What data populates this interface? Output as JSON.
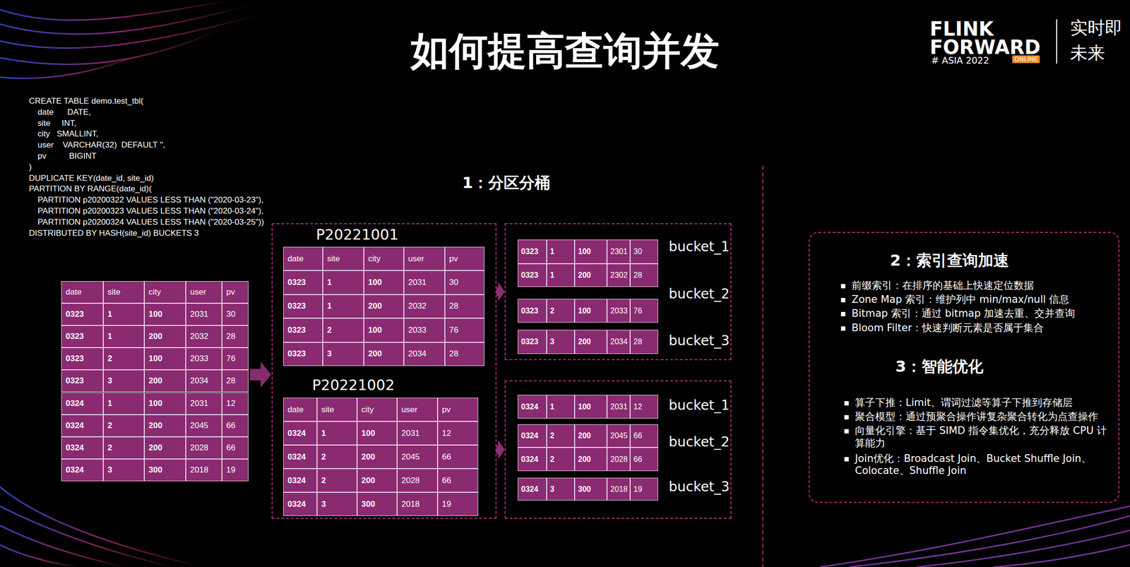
{
  "diagram": {
    "title": "如何提高查询并发",
    "nodes": [
      {
        "text": [
          "P20221001",
          "P20221002"
        ]
      },
      {
        "text": [
          "bucket_1",
          "bucket_2",
          "bucket_3"
        ]
      },
      {
        "text": [
          "bucket_1",
          "bucket_2",
          "bucket_3"
        ]
      },
      {
        "text": [
          "2：索引查询加速",
          "前缀索引：在排序的基础上快速定位数据",
          "Zone Map 索引：维护列中 min/max/null 信息",
          "Bitmap 索引：通过 bitmap 加速去重、交并查询",
          "Bloom Filter：快速判断元素是否属于集合",
          "3：智能优化",
          "算子下推：Limit、谓词过滤等算子下推到存储层",
          "聚合模型：通过预聚合操作讲复杂聚合转化为点查操作",
          "向量化引擎：基于 SIMD 指令集优化，充分释放 CPU 计算能力",
          "Join优化：Broadcast Join、Bucket Shuffle Join、Colocate、Shuffle Join"
        ]
      }
    ],
    "edges": [
      {
        "from": 0,
        "to": 1,
        "arrow": "to"
      },
      {
        "from": 0,
        "to": 2,
        "arrow": "to"
      }
    ],
    "labels": [
      "FLINK",
      "FORWARD",
      "# ASIA 2022",
      "ONLINE",
      "实时即",
      "未来",
      "CREATE TABLE demo.test_tbl(",
      "date      DATE,",
      "site     INT,",
      "city   SMALLINT,",
      "user    VARCHAR(32)  DEFAULT '',",
      "pv          BIGINT",
      ")",
      "DUPLICATE KEY(date_id, site_id)",
      "PARTITION BY RANGE(date_id)(",
      "PARTITION p20200322 VALUES LESS THAN (\"2020-03-23\"),",
      "PARTITION p20200323 VALUES LESS THAN (\"2020-03-24\"),",
      "PARTITION p20200324 VALUES LESS THAN (\"2020-03-25\"))",
      "DISTRIBUTED BY HASH(site_id) BUCKETS 3",
      "1：分区分桶",
      "date",
      "site",
      "city",
      "user",
      "pv",
      "0323",
      "1",
      "100",
      "2031",
      "30",
      "0323",
      "1",
      "200",
      "2032",
      "28",
      "0323",
      "2",
      "100",
      "2033",
      "76",
      "0323",
      "3",
      "200",
      "2034",
      "28",
      "0324",
      "1",
      "100",
      "2031",
      "12",
      "0324",
      "2",
      "200",
      "2045",
      "66",
      "0324",
      "2",
      "200",
      "2028",
      "66",
      "0324",
      "3",
      "300",
      "2018",
      "19",
      "date",
      "site",
      "city",
      "user",
      "pv",
      "0323",
      "1",
      "100",
      "2031",
      "30",
      "0323",
      "1",
      "200",
      "2032",
      "28",
      "0323",
      "2",
      "100",
      "2033",
      "76",
      "0323",
      "3",
      "200",
      "2034",
      "28",
      "date",
      "site",
      "city",
      "user",
      "pv",
      "0324",
      "1",
      "100",
      "2031",
      "12",
      "0324",
      "2",
      "200",
      "2045",
      "66",
      "0324",
      "2",
      "200",
      "2028",
      "66",
      "0324",
      "3",
      "300",
      "2018",
      "19",
      "0323",
      "1",
      "100",
      "2301",
      "30",
      "0323",
      "1",
      "200",
      "2302",
      "28",
      "0323",
      "2",
      "100",
      "2033",
      "76",
      "0323",
      "3",
      "200",
      "2034",
      "28",
      "0324",
      "1",
      "100",
      "2031",
      "12",
      "0324",
      "2",
      "200",
      "2045",
      "66",
      "0324",
      "2",
      "200",
      "2028",
      "66",
      "0324",
      "3",
      "300",
      "2018",
      "19"
    ]
  }
}
